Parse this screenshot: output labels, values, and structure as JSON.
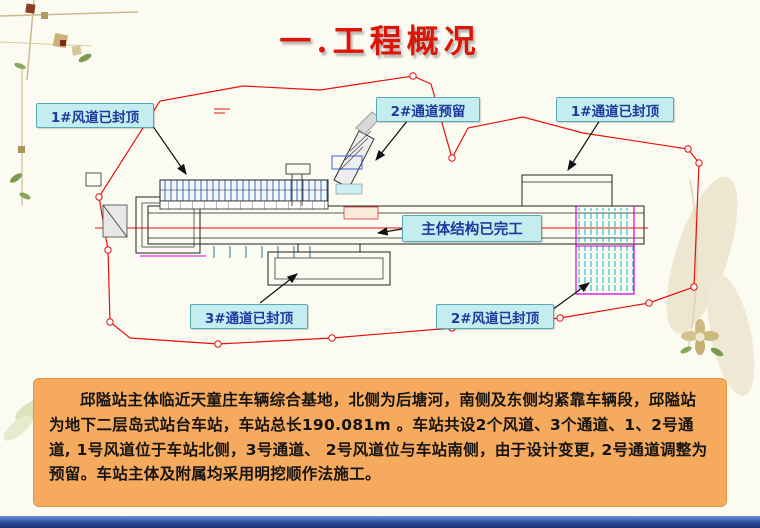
{
  "slide": {
    "title": "一.工程概况"
  },
  "callouts": [
    {
      "id": "air-duct-1",
      "label": "1#风道已封顶"
    },
    {
      "id": "passage-2",
      "label": "2#通道预留"
    },
    {
      "id": "passage-1",
      "label": "1#通道已封顶"
    },
    {
      "id": "main-structure",
      "label": "主体结构已完工"
    },
    {
      "id": "passage-3",
      "label": "3#通道已封顶"
    },
    {
      "id": "air-duct-2",
      "label": "2#风道已封顶"
    }
  ],
  "overview": {
    "segments": [
      {
        "text": "邱隘站主体临近天童庄车辆综合基地，北侧为后塘河，南侧及东侧均紧靠车辆段，邱隘站为地下二层岛式站台车站，车站总长"
      },
      {
        "text": "190.081m"
      },
      {
        "text": " 。车站共设2个风道、3个通道、1、2号通道, 1号风道位于车站北侧，3号通道、 2号风道位与车站南侧，由于设计变更, 2号通道调整为预留。车站主体及附属均采用明挖顺作法施工。"
      }
    ]
  },
  "colors": {
    "title_red": "#dd1408",
    "callout_bg": "#c5edf0",
    "callout_text": "#1d3a9e",
    "panel_orange": "#f5aa5e",
    "footer_blue": "#2c4b9d",
    "boundary_red": "#e8100c",
    "hatch_blue": "#3a6db5",
    "hatch_cyan": "#00b7c8",
    "accent_magenta": "#dd00dd"
  }
}
